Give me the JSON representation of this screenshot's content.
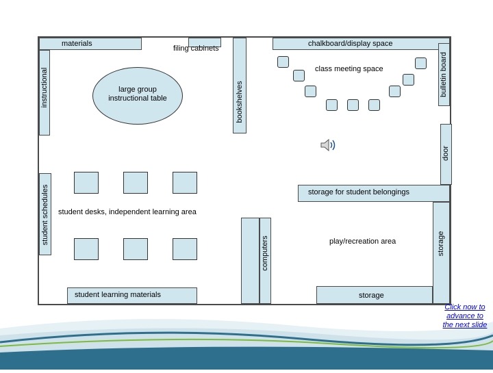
{
  "labels": {
    "materials": "materials",
    "filing_cabinets": "filing cabinets",
    "chalkboard": "chalkboard/display space",
    "instructional": "instructional",
    "large_group_table": "large group instructional table",
    "bookshelves": "bookshelves",
    "class_meeting_space": "class meeting space",
    "bulletin_board": "bulletin board",
    "door": "door",
    "student_schedules": "student schedules",
    "storage_belongings": "storage for student belongings",
    "student_desks": "student desks, independent learning area",
    "computers": "computers",
    "play_area": "play/recreation area",
    "storage_right": "storage",
    "learning_materials": "student learning materials",
    "storage_bottom": "storage"
  },
  "nav": {
    "advance_link": "Click now to advance to the next slide"
  },
  "icons": {
    "speaker": "speaker-icon"
  },
  "colors": {
    "furniture": "#cfe6ee",
    "wall": "#4a4a4a",
    "footer_wave": "#2e6f8e",
    "footer_green": "#7dbb3a"
  }
}
